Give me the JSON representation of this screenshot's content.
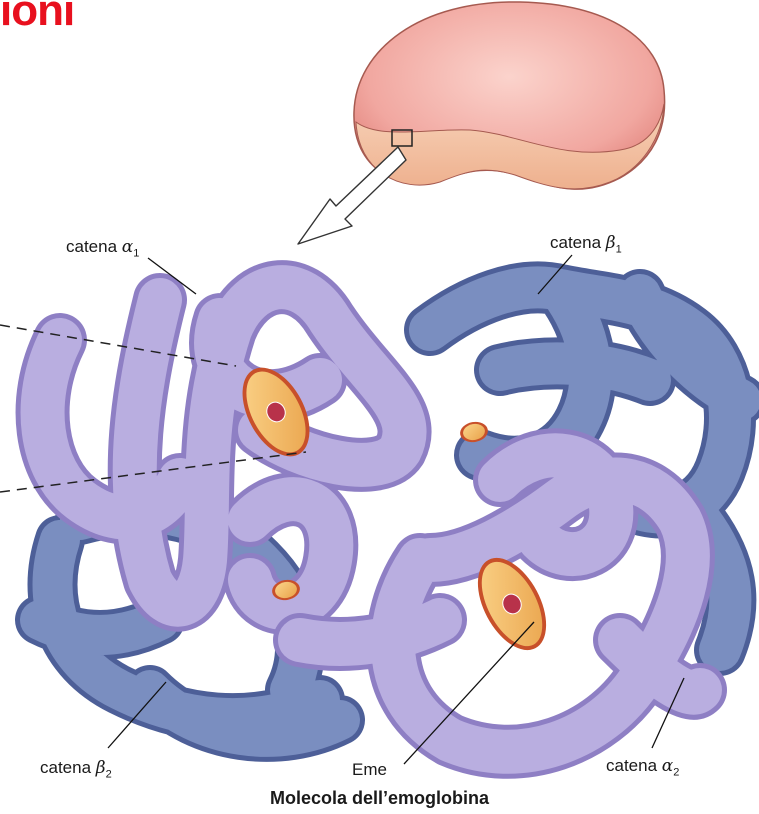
{
  "heading_fragment": "ioni",
  "labels": {
    "alpha1": {
      "text": "catena",
      "symbol": "α",
      "sub": "1"
    },
    "beta1": {
      "text": "catena",
      "symbol": "β",
      "sub": "1"
    },
    "beta2": {
      "text": "catena",
      "symbol": "β",
      "sub": "2"
    },
    "alpha2": {
      "text": "catena",
      "symbol": "α",
      "sub": "2"
    },
    "heme": {
      "text": "Eme"
    }
  },
  "caption": "Molecola dell’emoglobina",
  "colors": {
    "heading": "#e8101e",
    "alpha_chain": "#b9aee0",
    "beta_chain": "#7a8ec0",
    "heme_disc": "#f2b860",
    "heme_rim": "#c8502a",
    "red_cell": "#f1a7a0"
  }
}
